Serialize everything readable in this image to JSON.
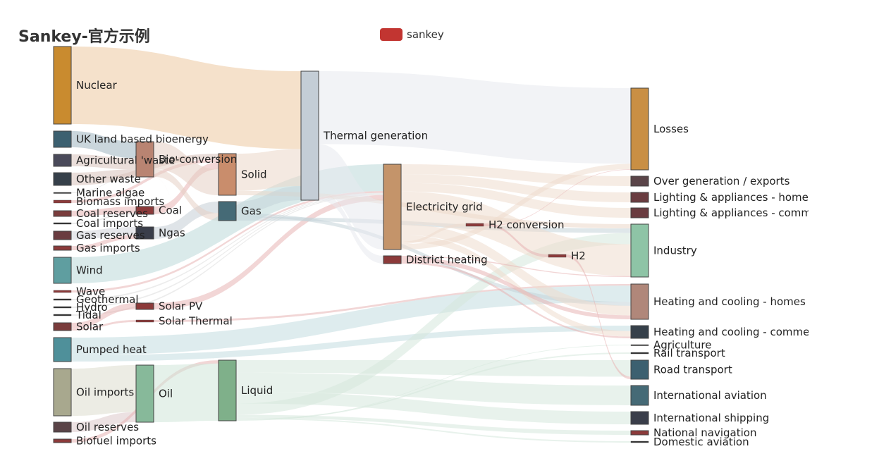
{
  "title": "Sankey-官方示例",
  "legend": {
    "label": "sankey",
    "color": "#c23531"
  },
  "chart_data": {
    "type": "sankey",
    "title": "Sankey-官方示例",
    "series": [
      {
        "name": "sankey"
      }
    ],
    "nodes": [
      {
        "name": "Nuclear",
        "color": "#c98b2f"
      },
      {
        "name": "UK land based bioenergy",
        "color": "#3c6070"
      },
      {
        "name": "Agricultural 'waste'",
        "color": "#4a4a5a"
      },
      {
        "name": "Other waste",
        "color": "#36404a"
      },
      {
        "name": "Marine algae",
        "color": "#333"
      },
      {
        "name": "Biomass imports",
        "color": "#8c3a3a"
      },
      {
        "name": "Coal reserves",
        "color": "#7a3c3c"
      },
      {
        "name": "Coal imports",
        "color": "#333"
      },
      {
        "name": "Gas reserves",
        "color": "#6a3c40"
      },
      {
        "name": "Gas imports",
        "color": "#8c3a3a"
      },
      {
        "name": "Wind",
        "color": "#5f9ea0"
      },
      {
        "name": "Wave",
        "color": "#8c3a3a"
      },
      {
        "name": "Geothermal",
        "color": "#333"
      },
      {
        "name": "Hydro",
        "color": "#333"
      },
      {
        "name": "Tidal",
        "color": "#333"
      },
      {
        "name": "Solar",
        "color": "#7a3c3c"
      },
      {
        "name": "Pumped heat",
        "color": "#4f909a"
      },
      {
        "name": "Oil imports",
        "color": "#a8a88e"
      },
      {
        "name": "Oil reserves",
        "color": "#5a4448"
      },
      {
        "name": "Biofuel imports",
        "color": "#8c3a3a"
      },
      {
        "name": "Bio-conversion",
        "color": "#b98472"
      },
      {
        "name": "Coal",
        "color": "#8c3a3a"
      },
      {
        "name": "Ngas",
        "color": "#3a3e4a"
      },
      {
        "name": "Solar PV",
        "color": "#8c3a3a"
      },
      {
        "name": "Solar Thermal",
        "color": "#8c3a3a"
      },
      {
        "name": "Oil",
        "color": "#87b99a"
      },
      {
        "name": "Solid",
        "color": "#c98d6c"
      },
      {
        "name": "Gas",
        "color": "#456a76"
      },
      {
        "name": "Liquid",
        "color": "#7fb08a"
      },
      {
        "name": "Thermal generation",
        "color": "#c4cdd6"
      },
      {
        "name": "Electricity grid",
        "color": "#c4946a"
      },
      {
        "name": "District heating",
        "color": "#8c3a3a"
      },
      {
        "name": "H2 conversion",
        "color": "#8c3a3a"
      },
      {
        "name": "H2",
        "color": "#8c3a3a"
      },
      {
        "name": "Losses",
        "color": "#c98f44"
      },
      {
        "name": "Over generation / exports",
        "color": "#5a4448"
      },
      {
        "name": "Lighting & appliances - homes",
        "color": "#6a3c40"
      },
      {
        "name": "Lighting & appliances - commercial",
        "color": "#6a3c40"
      },
      {
        "name": "Industry",
        "color": "#8ec4a6"
      },
      {
        "name": "Heating and cooling - homes",
        "color": "#b0877a"
      },
      {
        "name": "Heating and cooling - commercial",
        "color": "#36404a"
      },
      {
        "name": "Agriculture",
        "color": "#333"
      },
      {
        "name": "Rail transport",
        "color": "#333"
      },
      {
        "name": "Road transport",
        "color": "#3c6070"
      },
      {
        "name": "International aviation",
        "color": "#456a76"
      },
      {
        "name": "International shipping",
        "color": "#3a3e4a"
      },
      {
        "name": "National navigation",
        "color": "#8c3a3a"
      },
      {
        "name": "Domestic aviation",
        "color": "#333"
      }
    ],
    "links": [
      {
        "source": "Nuclear",
        "target": "Thermal generation",
        "value": 839.978,
        "color": "#ecc9a0"
      },
      {
        "source": "UK land based bioenergy",
        "target": "Bio-conversion",
        "value": 182.01,
        "color": "#9fb5c0"
      },
      {
        "source": "Agricultural 'waste'",
        "target": "Bio-conversion",
        "value": 124.729,
        "color": "#d9c3bb"
      },
      {
        "source": "Other waste",
        "target": "Bio-conversion",
        "value": 77.81,
        "color": "#d9c3bb"
      },
      {
        "source": "Other waste",
        "target": "Solid",
        "value": 56.587,
        "color": "#d9c3bb"
      },
      {
        "source": "Marine algae",
        "target": "Bio-conversion",
        "value": 4.375,
        "color": "#ddd"
      },
      {
        "source": "Biomass imports",
        "target": "Solid",
        "value": 35,
        "color": "#e7b5b5"
      },
      {
        "source": "Coal reserves",
        "target": "Coal",
        "value": 63.965,
        "color": "#e7b5b5"
      },
      {
        "source": "Coal imports",
        "target": "Coal",
        "value": 11.606,
        "color": "#ddd"
      },
      {
        "source": "Coal",
        "target": "Solid",
        "value": 75.571,
        "color": "#e7b5b5"
      },
      {
        "source": "Gas reserves",
        "target": "Ngas",
        "value": 82.233,
        "color": "#d2d4da"
      },
      {
        "source": "Gas imports",
        "target": "Ngas",
        "value": 40.719,
        "color": "#e7b5b5"
      },
      {
        "source": "Ngas",
        "target": "Gas",
        "value": 122.952,
        "color": "#c4cdd6"
      },
      {
        "source": "Bio-conversion",
        "target": "Solid",
        "value": 280.322,
        "color": "#e6cfc4"
      },
      {
        "source": "Bio-conversion",
        "target": "Gas",
        "value": 81.144,
        "color": "#e6cfc4"
      },
      {
        "source": "Bio-conversion",
        "target": "Liquid",
        "value": 0.597,
        "color": "#e6cfc4"
      },
      {
        "source": "Wind",
        "target": "Electricity grid",
        "value": 289.366,
        "color": "#bcd8d8"
      },
      {
        "source": "Wave",
        "target": "Electricity grid",
        "value": 19.013,
        "color": "#e7b5b5"
      },
      {
        "source": "Geothermal",
        "target": "Electricity grid",
        "value": 7.013,
        "color": "#ddd"
      },
      {
        "source": "Hydro",
        "target": "Electricity grid",
        "value": 6.995,
        "color": "#ddd"
      },
      {
        "source": "Tidal",
        "target": "Electricity grid",
        "value": 9.452,
        "color": "#ddd"
      },
      {
        "source": "Solar",
        "target": "Solar PV",
        "value": 59.901,
        "color": "#e7b5b5"
      },
      {
        "source": "Solar",
        "target": "Solar Thermal",
        "value": 19.263,
        "color": "#e7b5b5"
      },
      {
        "source": "Solar PV",
        "target": "Electricity grid",
        "value": 59.901,
        "color": "#e7b5b5"
      },
      {
        "source": "Solar Thermal",
        "target": "Heating and cooling - homes",
        "value": 19.263,
        "color": "#e7b5b5"
      },
      {
        "source": "Pumped heat",
        "target": "Heating and cooling - homes",
        "value": 193.026,
        "color": "#c2dde0"
      },
      {
        "source": "Pumped heat",
        "target": "Heating and cooling - commercial",
        "value": 70.672,
        "color": "#c2dde0"
      },
      {
        "source": "Oil imports",
        "target": "Oil",
        "value": 504.287,
        "color": "#dcdcce"
      },
      {
        "source": "Oil reserves",
        "target": "Oil",
        "value": 107.703,
        "color": "#dcc8cb"
      },
      {
        "source": "Biofuel imports",
        "target": "Liquid",
        "value": 35,
        "color": "#e7b5b5"
      },
      {
        "source": "Oil",
        "target": "Liquid",
        "value": 611.99,
        "color": "#d0e5d8"
      },
      {
        "source": "Solid",
        "target": "Thermal generation",
        "value": 400.12,
        "color": "#ebd7c9"
      },
      {
        "source": "Solid",
        "target": "Industry",
        "value": 46.477,
        "color": "#ebd7c9"
      },
      {
        "source": "Gas",
        "target": "Thermal generation",
        "value": 151.891,
        "color": "#c4d3d8"
      },
      {
        "source": "Gas",
        "target": "Heating and cooling - homes",
        "value": 46.184,
        "color": "#c4d3d8"
      },
      {
        "source": "Gas",
        "target": "Industry",
        "value": 48.58,
        "color": "#c4d3d8"
      },
      {
        "source": "Liquid",
        "target": "Road transport",
        "value": 135.835,
        "color": "#d6e8dc"
      },
      {
        "source": "Liquid",
        "target": "International aviation",
        "value": 206.267,
        "color": "#d6e8dc"
      },
      {
        "source": "Liquid",
        "target": "International shipping",
        "value": 128.69,
        "color": "#d6e8dc"
      },
      {
        "source": "Liquid",
        "target": "Industry",
        "value": 121.066,
        "color": "#d6e8dc"
      },
      {
        "source": "Liquid",
        "target": "National navigation",
        "value": 33.218,
        "color": "#d6e8dc"
      },
      {
        "source": "Liquid",
        "target": "Domestic aviation",
        "value": 14.458,
        "color": "#d6e8dc"
      },
      {
        "source": "Liquid",
        "target": "Rail transport",
        "value": 13.265,
        "color": "#d6e8dc"
      },
      {
        "source": "Liquid",
        "target": "Agriculture",
        "value": 4.129,
        "color": "#d6e8dc"
      },
      {
        "source": "Thermal generation",
        "target": "Losses",
        "value": 787.129,
        "color": "#e7eaee"
      },
      {
        "source": "Thermal generation",
        "target": "Electricity grid",
        "value": 525.531,
        "color": "#e7eaee"
      },
      {
        "source": "Thermal generation",
        "target": "District heating",
        "value": 79.329,
        "color": "#e7eaee"
      },
      {
        "source": "Electricity grid",
        "target": "Over generation / exports",
        "value": 104.453,
        "color": "#efdccd"
      },
      {
        "source": "Electricity grid",
        "target": "Lighting & appliances - homes",
        "value": 93.494,
        "color": "#efdccd"
      },
      {
        "source": "Electricity grid",
        "target": "Lighting & appliances - commercial",
        "value": 90.008,
        "color": "#efdccd"
      },
      {
        "source": "Electricity grid",
        "target": "Industry",
        "value": 342.165,
        "color": "#efdccd"
      },
      {
        "source": "Electricity grid",
        "target": "Heating and cooling - homes",
        "value": 113.726,
        "color": "#efdccd"
      },
      {
        "source": "Electricity grid",
        "target": "Heating and cooling - commercial",
        "value": 70.672,
        "color": "#efdccd"
      },
      {
        "source": "Electricity grid",
        "target": "H2 conversion",
        "value": 27.14,
        "color": "#efdccd"
      },
      {
        "source": "Electricity grid",
        "target": "Losses",
        "value": 56.691,
        "color": "#efdccd"
      },
      {
        "source": "H2 conversion",
        "target": "H2",
        "value": 20.897,
        "color": "#e7b5b5"
      },
      {
        "source": "H2 conversion",
        "target": "Losses",
        "value": 6.242,
        "color": "#e7b5b5"
      },
      {
        "source": "H2",
        "target": "Road transport",
        "value": 20.897,
        "color": "#e7b5b5"
      },
      {
        "source": "District heating",
        "target": "Industry",
        "value": 10.544,
        "color": "#e7b5b5"
      },
      {
        "source": "District heating",
        "target": "Heating and cooling - homes",
        "value": 46.184,
        "color": "#e7b5b5"
      },
      {
        "source": "District heating",
        "target": "Heating and cooling - commercial",
        "value": 22.505,
        "color": "#e7b5b5"
      }
    ]
  }
}
